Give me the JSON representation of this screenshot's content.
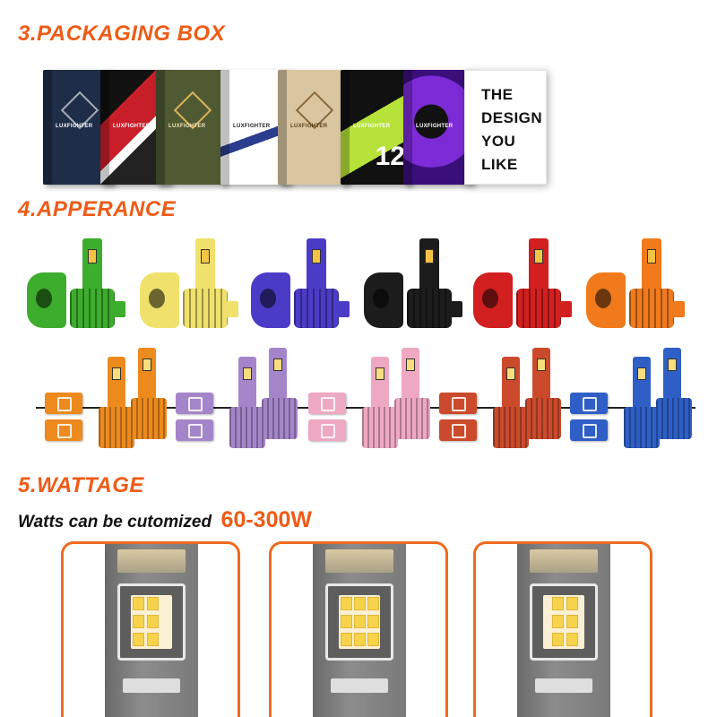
{
  "sections": {
    "packaging": {
      "title": "3.PACKAGING BOX",
      "color": "#ef5b16"
    },
    "appearance": {
      "title": "4.APPERANCE",
      "color": "#ef5b16"
    },
    "wattage": {
      "title": "5.WATTAGE",
      "color": "#ef5b16"
    }
  },
  "packaging": {
    "brand": "LUXFIGHTER",
    "box_number": "12",
    "design_box_lines": [
      "THE",
      "DESIGN",
      "YOU",
      "LIKE"
    ],
    "box_colors": [
      "#1f2e48",
      "#c81e2a",
      "#4f5a33",
      "#e9eef6",
      "#d9c6a0",
      "#b7e23a",
      "#7c2bd6"
    ]
  },
  "appearance": {
    "row1_colors": [
      "#3cad2c",
      "#efe16b",
      "#4b3cc8",
      "#1c1c1c",
      "#d21f1f",
      "#f07a1c"
    ],
    "row2_colors": [
      "#ec8a1e",
      "#a585c9",
      "#efa8c2",
      "#cc4a2c",
      "#2f5fc6"
    ]
  },
  "wattage": {
    "caption": "Watts can be cutomized",
    "range": "60-300W",
    "panel_count": 3,
    "frame_color": "#ef6a1f"
  }
}
